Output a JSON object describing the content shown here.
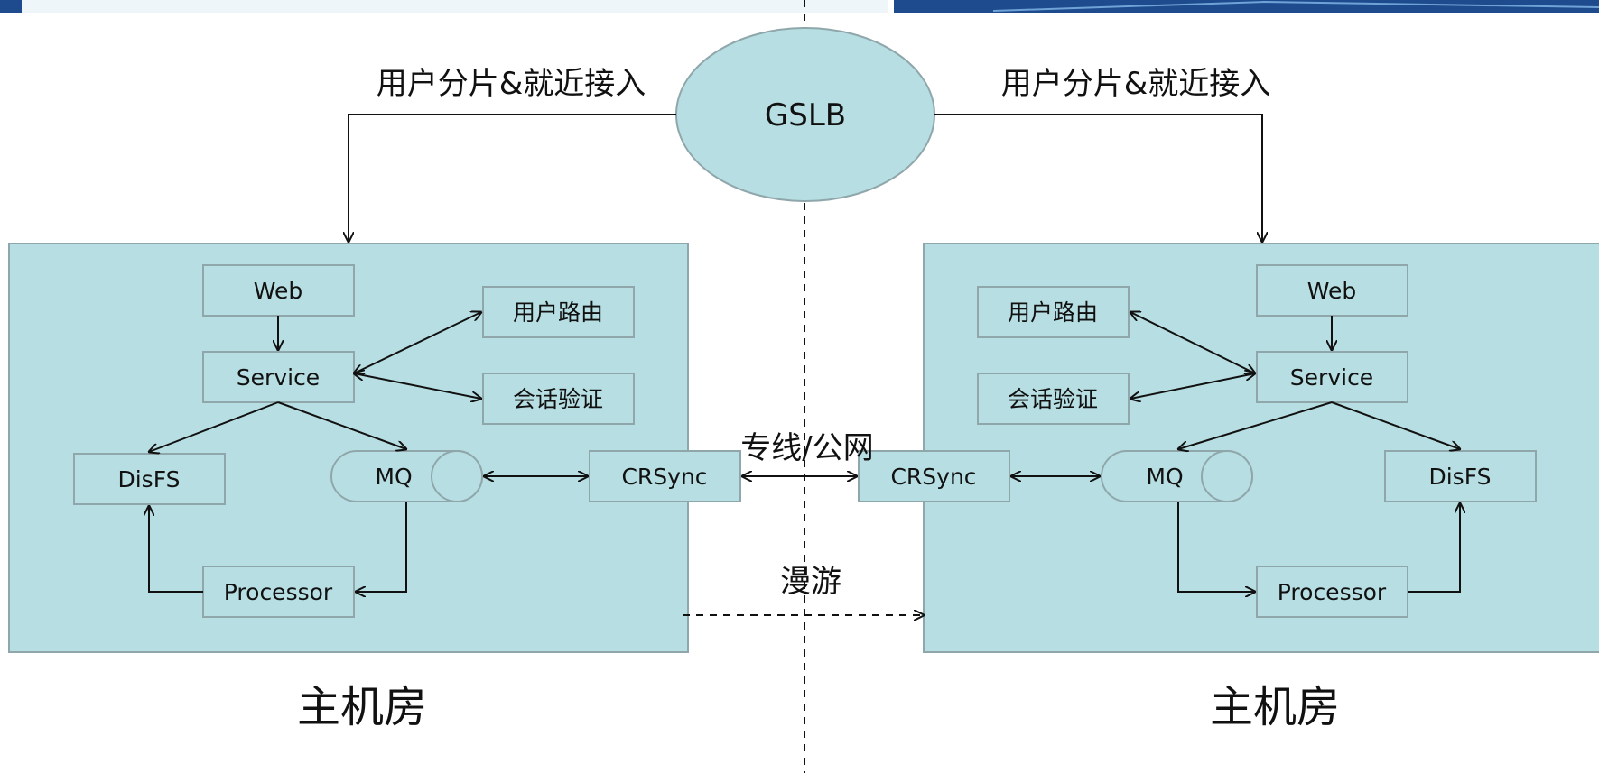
{
  "gslb": "GSLB",
  "access_label_left": "用户分片&就近接入",
  "access_label_right": "用户分片&就近接入",
  "dc_left": {
    "web": "Web",
    "service": "Service",
    "user_routing": "用户路由",
    "session_auth": "会话验证",
    "disfs": "DisFS",
    "mq": "MQ",
    "crsync": "CRSync",
    "processor": "Processor",
    "title": "主机房"
  },
  "dc_right": {
    "web": "Web",
    "service": "Service",
    "user_routing": "用户路由",
    "session_auth": "会话验证",
    "disfs": "DisFS",
    "mq": "MQ",
    "crsync": "CRSync",
    "processor": "Processor",
    "title": "主机房"
  },
  "link_label": "专线/公网",
  "roaming_label": "漫游",
  "colors": {
    "box_fill": "#b7dfe3",
    "box_stroke": "#8fa7ab",
    "line": "#111111",
    "header_blue": "#1e4a8e"
  }
}
